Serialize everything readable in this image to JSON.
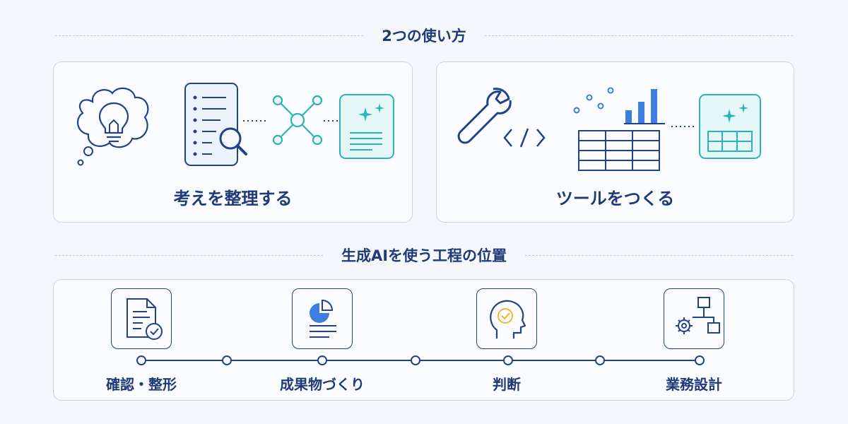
{
  "section1": {
    "title": "2つの使い方"
  },
  "card_left": {
    "label": "考えを整理する"
  },
  "card_right": {
    "label": "ツールをつくる"
  },
  "section2": {
    "title": "生成AIを使う工程の位置"
  },
  "stages": [
    {
      "label": "確認・整形",
      "icon": "document-check-icon"
    },
    {
      "label": "成果物づくり",
      "icon": "report-pie-chart-icon"
    },
    {
      "label": "判断",
      "icon": "head-check-icon"
    },
    {
      "label": "業務設計",
      "icon": "gear-flowchart-icon"
    }
  ],
  "colors": {
    "navy": "#25408a",
    "teal": "#2bb3b8",
    "blue": "#3d7ee0",
    "bg": "#f4f7fc"
  }
}
